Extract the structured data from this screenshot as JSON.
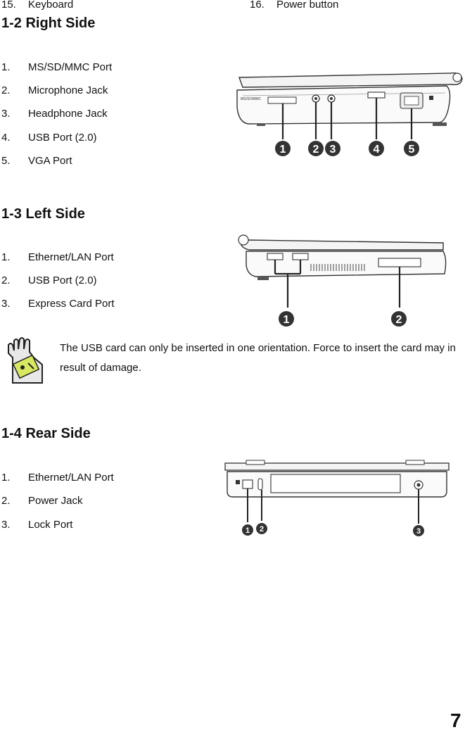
{
  "top_items": [
    {
      "num": "15.",
      "label": "Keyboard"
    },
    {
      "num": "16.",
      "label": "Power button"
    }
  ],
  "right_side": {
    "heading": "1-2 Right Side",
    "items": [
      {
        "num": "1.",
        "label": "MS/SD/MMC Port"
      },
      {
        "num": "2.",
        "label": "Microphone Jack"
      },
      {
        "num": "3.",
        "label": "Headphone Jack"
      },
      {
        "num": "4.",
        "label": "USB Port (2.0)"
      },
      {
        "num": "5.",
        "label": "VGA Port"
      }
    ],
    "callouts": [
      "1",
      "2",
      "3",
      "4",
      "5"
    ],
    "port_label": "MS/SD/MMC"
  },
  "left_side": {
    "heading": "1-3 Left Side",
    "items": [
      {
        "num": "1.",
        "label": "Ethernet/LAN Port"
      },
      {
        "num": "2.",
        "label": "USB Port (2.0)"
      },
      {
        "num": "3.",
        "label": "Express Card Port"
      }
    ],
    "callouts": [
      "1",
      "2"
    ]
  },
  "warning": {
    "text": "The USB card can only be inserted in one orientation. Force to insert the card may in result of damage.",
    "icon": "warning-hand-icon"
  },
  "rear_side": {
    "heading": "1-4 Rear Side",
    "items": [
      {
        "num": "1.",
        "label": "Ethernet/LAN Port"
      },
      {
        "num": "2.",
        "label": "Power Jack"
      },
      {
        "num": "3.",
        "label": "Lock Port"
      }
    ],
    "callouts": [
      "1",
      "2",
      "3"
    ]
  },
  "page_number": "7"
}
